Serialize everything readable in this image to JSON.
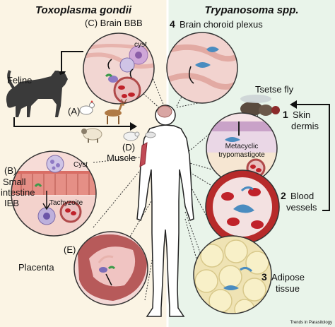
{
  "header": {
    "left_title": "Toxoplasma gondii",
    "right_title": "Trypanosoma spp."
  },
  "toxoplasma": {
    "c_label": "(C) Brain BBB",
    "cyst_small": "cyst",
    "feline": "Feline",
    "a_label": "(A)",
    "d_label": "(D)",
    "muscle": "Muscle",
    "b_label": "(B)",
    "small": "Small",
    "intestine": "intestine",
    "ieb": "IEB",
    "cyst": "Cyst",
    "tachyzoite": "Tachyzoite",
    "e_label": "(E)",
    "placenta": "Placenta"
  },
  "trypanosoma": {
    "n4": "4",
    "choroid": "Brain choroid plexus",
    "tsetse": "Tsetse fly",
    "n1": "1",
    "skin": "Skin",
    "dermis": "dermis",
    "metacyclic": "Metacyclic",
    "trypomastigote": "trypomastigote",
    "n2": "2",
    "blood": "Blood",
    "vessels": "vessels",
    "n3": "3",
    "adipose": "Adipose",
    "tissue": "tissue"
  },
  "footer": {
    "credit": "Trends in Parasitology"
  },
  "colors": {
    "left_bg": "#fbf4e4",
    "right_bg": "#e9f4ea",
    "blood": "#c0222a",
    "parasite": "#3d88b8",
    "cyst": "#8f7ac4",
    "fat": "#f3e6a6"
  }
}
